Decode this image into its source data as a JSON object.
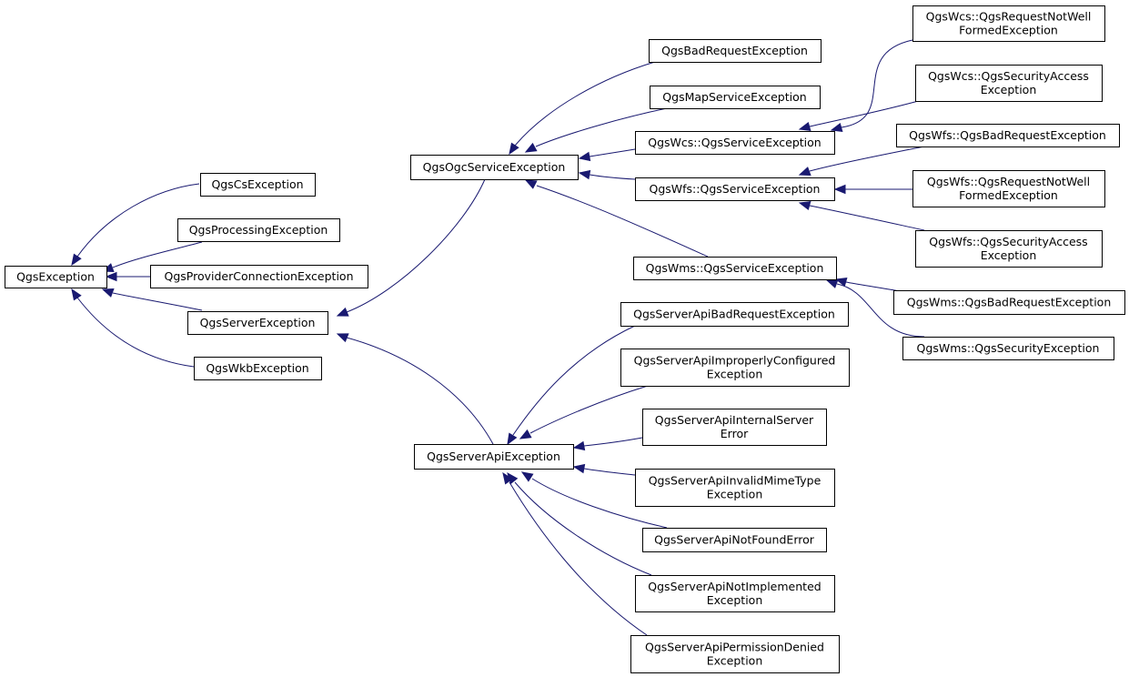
{
  "colors": {
    "edge": "#191970",
    "node_border": "#000000",
    "background": "#ffffff"
  },
  "nodes": {
    "QgsException": [
      "QgsException"
    ],
    "QgsCsException": [
      "QgsCsException"
    ],
    "QgsProcessingException": [
      "QgsProcessingException"
    ],
    "QgsProviderConnectionException": [
      "QgsProviderConnectionException"
    ],
    "QgsServerException": [
      "QgsServerException"
    ],
    "QgsWkbException": [
      "QgsWkbException"
    ],
    "QgsOgcServiceException": [
      "QgsOgcServiceException"
    ],
    "QgsServerApiException": [
      "QgsServerApiException"
    ],
    "QgsBadRequestException": [
      "QgsBadRequestException"
    ],
    "QgsMapServiceException": [
      "QgsMapServiceException"
    ],
    "QgsWcsServiceException": [
      "QgsWcs::QgsServiceException"
    ],
    "QgsWfsServiceException": [
      "QgsWfs::QgsServiceException"
    ],
    "QgsWmsServiceException": [
      "QgsWms::QgsServiceException"
    ],
    "QgsWcsRequestNotWellFormed": [
      "QgsWcs::QgsRequestNotWell",
      "FormedException"
    ],
    "QgsWcsSecurityAccess": [
      "QgsWcs::QgsSecurityAccess",
      "Exception"
    ],
    "QgsWfsBadRequest": [
      "QgsWfs::QgsBadRequestException"
    ],
    "QgsWfsRequestNotWellFormed": [
      "QgsWfs::QgsRequestNotWell",
      "FormedException"
    ],
    "QgsWfsSecurityAccess": [
      "QgsWfs::QgsSecurityAccess",
      "Exception"
    ],
    "QgsWmsBadRequest": [
      "QgsWms::QgsBadRequestException"
    ],
    "QgsWmsSecurity": [
      "QgsWms::QgsSecurityException"
    ],
    "ApiBadRequest": [
      "QgsServerApiBadRequestException"
    ],
    "ApiImproperlyConfigured": [
      "QgsServerApiImproperlyConfigured",
      "Exception"
    ],
    "ApiInternalServer": [
      "QgsServerApiInternalServer",
      "Error"
    ],
    "ApiInvalidMimeType": [
      "QgsServerApiInvalidMimeType",
      "Exception"
    ],
    "ApiNotFound": [
      "QgsServerApiNotFoundError"
    ],
    "ApiNotImplemented": [
      "QgsServerApiNotImplemented",
      "Exception"
    ],
    "ApiPermissionDenied": [
      "QgsServerApiPermissionDenied",
      "Exception"
    ]
  }
}
